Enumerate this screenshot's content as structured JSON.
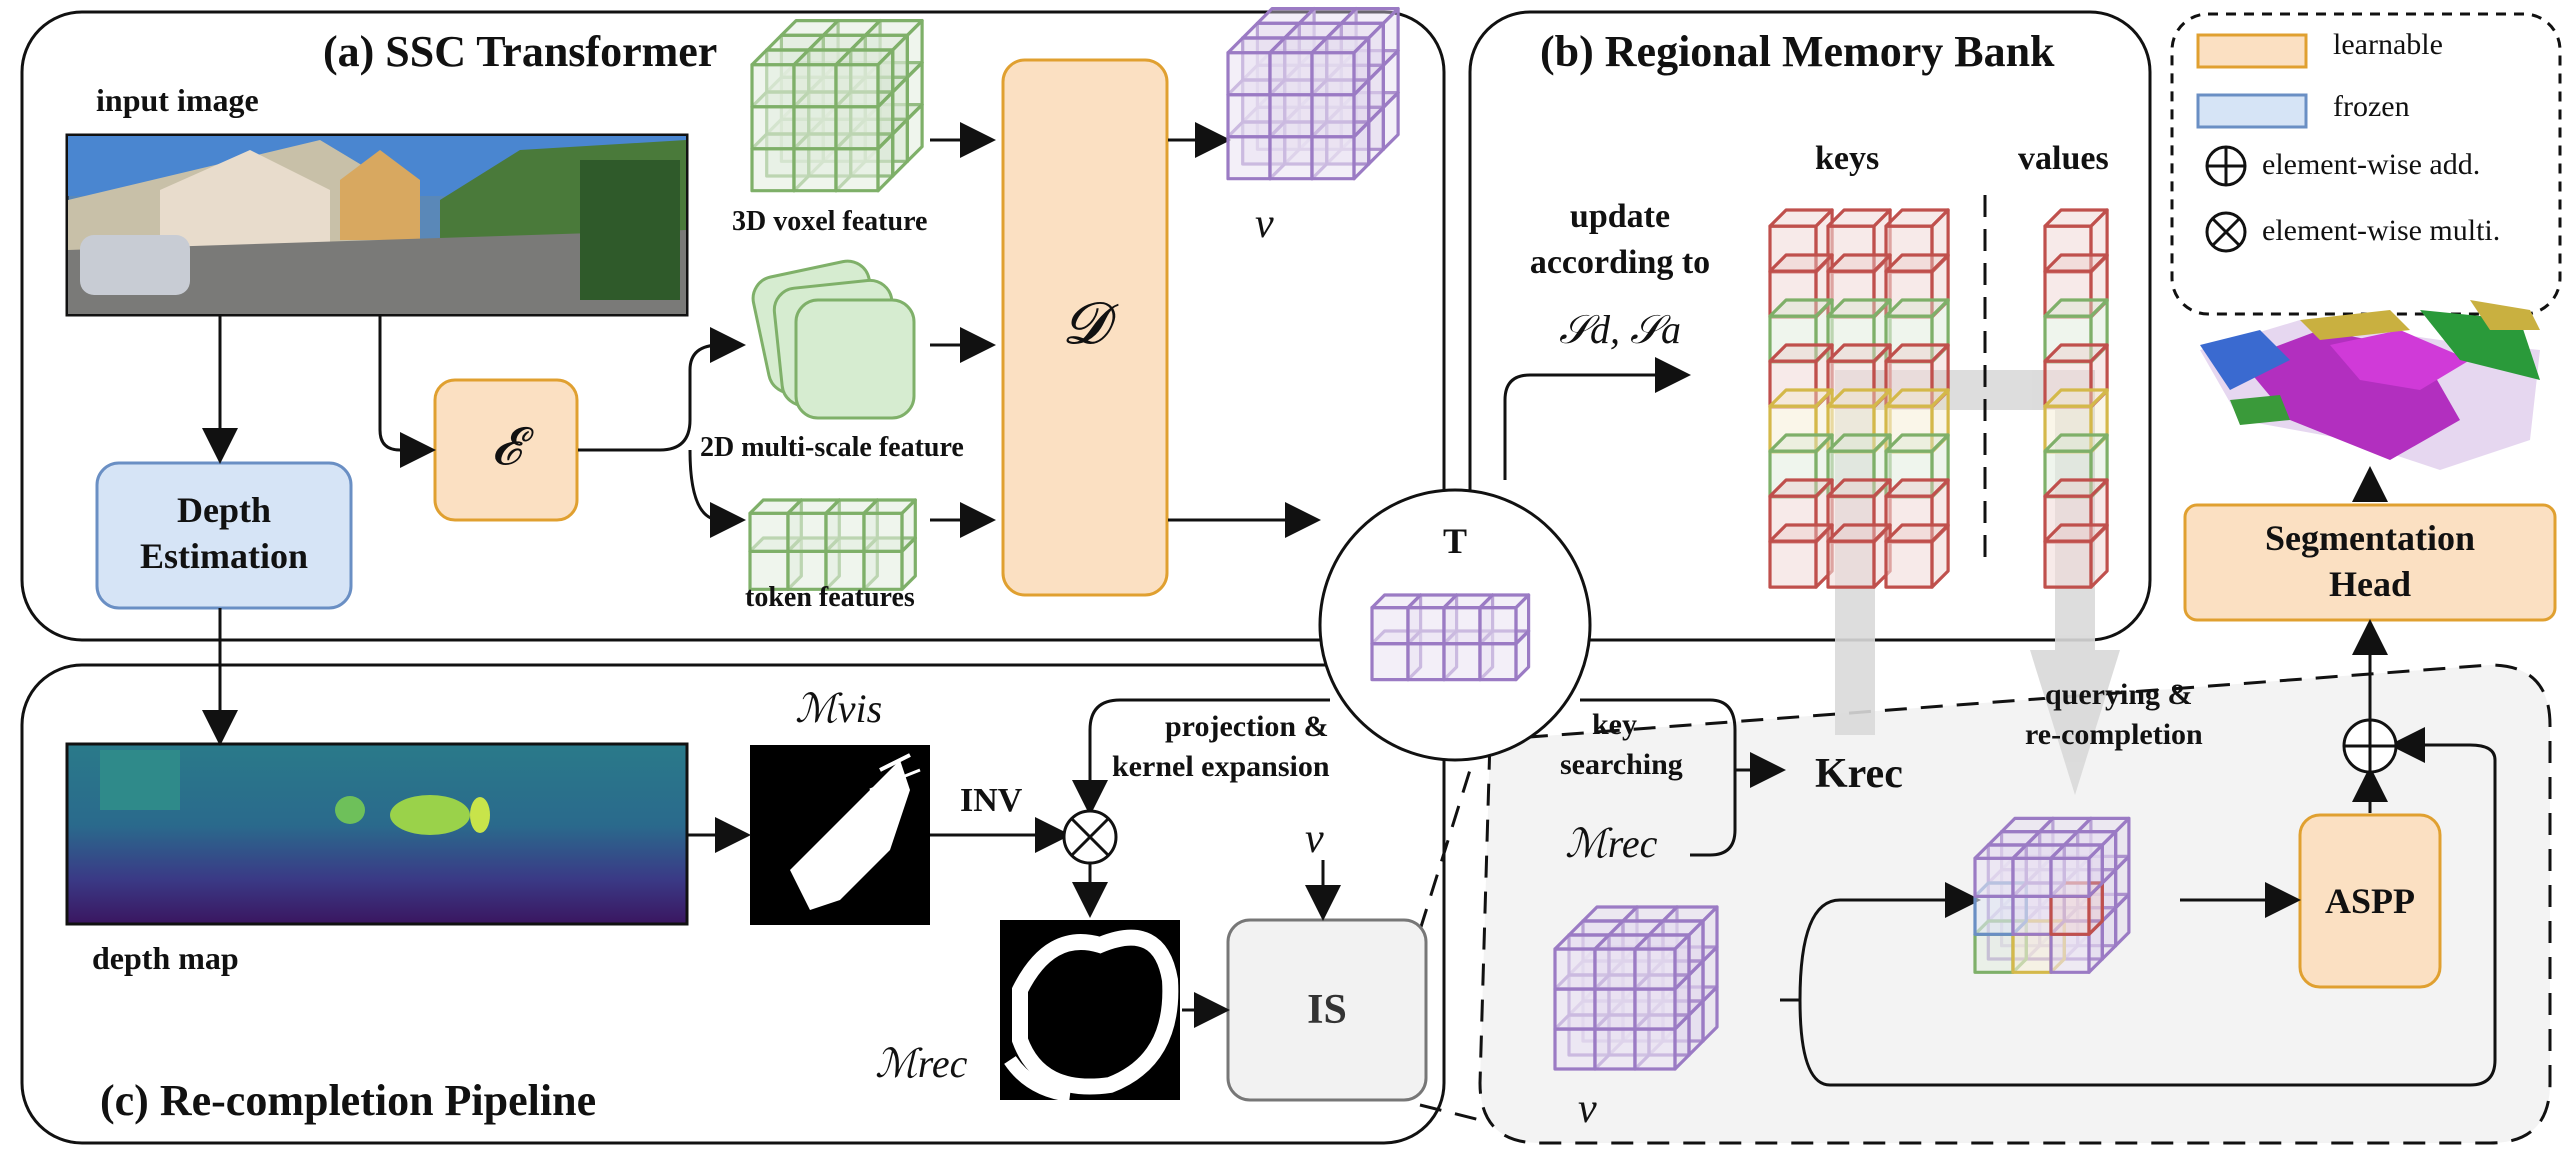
{
  "panels": {
    "ssc_title": "(a) SSC Transformer",
    "memory_title": "(b) Regional Memory Bank",
    "pipeline_title": "(c) Re-completion Pipeline"
  },
  "legend": {
    "learnable": "learnable",
    "frozen": "frozen",
    "add": "element-wise add.",
    "multi": "element-wise multi.",
    "learnable_color": "#fbe0c2",
    "frozen_color": "#d6e4f6"
  },
  "ssc": {
    "input_image": "input image",
    "depth_estimation": "Depth\nEstimation",
    "encoder": "𝓔",
    "decoder": "𝓓",
    "voxel_feature": "3D voxel feature",
    "multiscale_feature": "2D multi-scale feature",
    "token_features": "token features",
    "nu_out": "ν"
  },
  "memory": {
    "update_line1": "update",
    "update_line2": "according to",
    "update_sym": "𝒮d, 𝒮a",
    "keys": "keys",
    "values": "values",
    "T": "T"
  },
  "pipeline": {
    "depth_map": "depth map",
    "m_vis": "ℳvis",
    "inv": "INV",
    "projection": "projection &",
    "kernel": "kernel expansion",
    "m_rec": "ℳrec",
    "nu": "ν",
    "is_box": "IS"
  },
  "recompletion": {
    "key": "key",
    "searching": "searching",
    "k_rec": "Krec",
    "m_rec": "ℳrec",
    "querying": "querying &",
    "recompletion": "re-completion",
    "aspp": "ASPP",
    "seg_head": "Segmentation\nHead",
    "nu": "ν"
  },
  "colors": {
    "green": "#7fb069",
    "purple": "#9b7bc4",
    "red": "#c0504d",
    "yellow": "#d4b94a",
    "blue": "#6a8fc4"
  }
}
